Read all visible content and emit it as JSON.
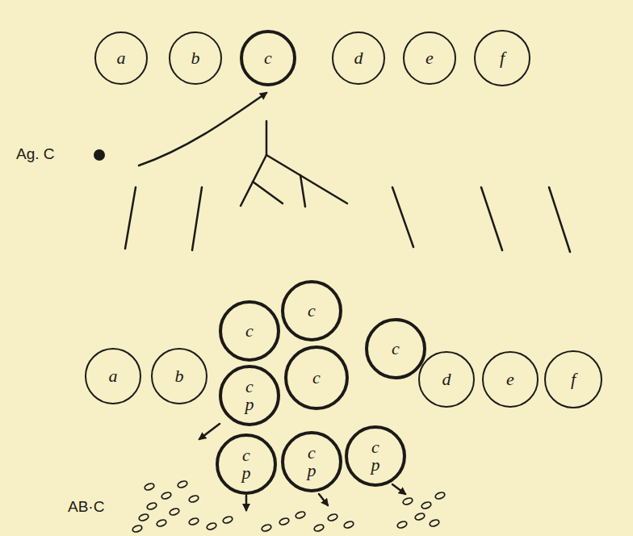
{
  "diagram": {
    "nodes": [
      {
        "text": [
          "a"
        ]
      },
      {
        "text": [
          "b"
        ]
      },
      {
        "text": [
          "c"
        ]
      },
      {
        "text": [
          "d"
        ]
      },
      {
        "text": [
          "e"
        ]
      },
      {
        "text": [
          "f"
        ]
      },
      {
        "text": [
          "c"
        ]
      },
      {
        "text": [
          "c"
        ]
      },
      {
        "text": [
          "c"
        ]
      },
      {
        "text": [
          "a"
        ]
      },
      {
        "text": [
          "b"
        ]
      },
      {
        "text": [
          "c",
          "p"
        ]
      },
      {
        "text": [
          "c"
        ]
      },
      {
        "text": [
          "d"
        ]
      },
      {
        "text": [
          "e"
        ]
      },
      {
        "text": [
          "f"
        ]
      },
      {
        "text": [
          "c",
          "p"
        ]
      },
      {
        "text": [
          "c",
          "p"
        ]
      },
      {
        "text": [
          "c",
          "p"
        ]
      }
    ],
    "labels": [
      "Ag. C",
      "AB·C"
    ]
  }
}
